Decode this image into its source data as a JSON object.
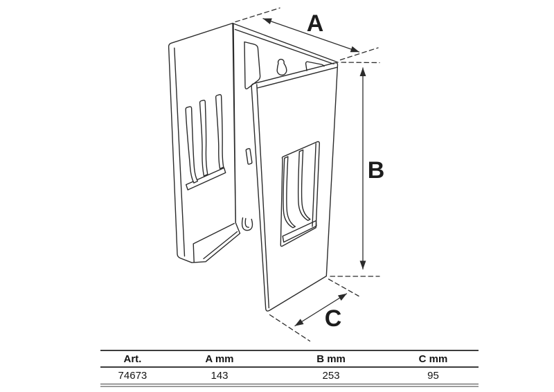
{
  "drawing": {
    "line_color": "#2b2b2b",
    "dim_labels": {
      "a": "A",
      "b": "B",
      "c": "C"
    }
  },
  "table": {
    "headers": [
      "Art.",
      "A mm",
      "B mm",
      "C mm"
    ],
    "row": [
      "74673",
      "143",
      "253",
      "95"
    ]
  }
}
